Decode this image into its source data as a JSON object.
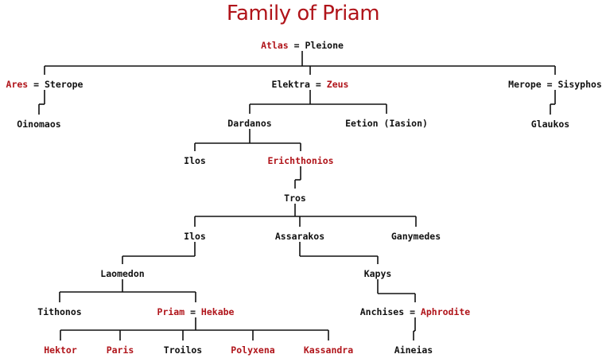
{
  "title": "Family of Priam",
  "colors": {
    "deity_or_highlight": "#b0141a",
    "mortal": "#111111",
    "line": "#111111"
  },
  "tree": {
    "couples": [
      {
        "id": "atlas-pleione",
        "a": {
          "name": "Atlas",
          "highlight": true
        },
        "b": {
          "name": "Pleione",
          "highlight": false
        }
      },
      {
        "id": "ares-sterope",
        "a": {
          "name": "Ares",
          "highlight": true
        },
        "b": {
          "name": "Sterope",
          "highlight": false
        }
      },
      {
        "id": "elektra-zeus",
        "a": {
          "name": "Elektra",
          "highlight": false
        },
        "b": {
          "name": "Zeus",
          "highlight": true
        }
      },
      {
        "id": "merope-sisyphos",
        "a": {
          "name": "Merope",
          "highlight": false
        },
        "b": {
          "name": "Sisyphos",
          "highlight": false
        }
      },
      {
        "id": "priam-hekabe",
        "a": {
          "name": "Priam",
          "highlight": true
        },
        "b": {
          "name": "Hekabe",
          "highlight": true
        }
      },
      {
        "id": "anchises-aphrodite",
        "a": {
          "name": "Anchises",
          "highlight": false
        },
        "b": {
          "name": "Aphrodite",
          "highlight": true
        }
      }
    ],
    "persons": [
      {
        "id": "oinomaos",
        "name": "Oinomaos",
        "highlight": false
      },
      {
        "id": "glaukos",
        "name": "Glaukos",
        "highlight": false
      },
      {
        "id": "dardanos",
        "name": "Dardanos",
        "highlight": false
      },
      {
        "id": "eetion",
        "name": "Eetion (Iasion)",
        "highlight": false
      },
      {
        "id": "ilos-1",
        "name": "Ilos",
        "highlight": false
      },
      {
        "id": "erichthonios",
        "name": "Erichthonios",
        "highlight": true
      },
      {
        "id": "tros",
        "name": "Tros",
        "highlight": false
      },
      {
        "id": "ilos-2",
        "name": "Ilos",
        "highlight": false
      },
      {
        "id": "assarakos",
        "name": "Assarakos",
        "highlight": false
      },
      {
        "id": "ganymedes",
        "name": "Ganymedes",
        "highlight": false
      },
      {
        "id": "laomedon",
        "name": "Laomedon",
        "highlight": false
      },
      {
        "id": "kapys",
        "name": "Kapys",
        "highlight": false
      },
      {
        "id": "tithonos",
        "name": "Tithonos",
        "highlight": false
      },
      {
        "id": "aineias",
        "name": "Aineias",
        "highlight": false
      },
      {
        "id": "hektor",
        "name": "Hektor",
        "highlight": true
      },
      {
        "id": "paris",
        "name": "Paris",
        "highlight": true
      },
      {
        "id": "troilos",
        "name": "Troilos",
        "highlight": false
      },
      {
        "id": "polyxena",
        "name": "Polyxena",
        "highlight": true
      },
      {
        "id": "kassandra",
        "name": "Kassandra",
        "highlight": true
      }
    ],
    "relations": [
      {
        "parent": "atlas-pleione",
        "children": [
          "ares-sterope",
          "elektra-zeus",
          "merope-sisyphos"
        ]
      },
      {
        "parent": "ares-sterope",
        "children": [
          "oinomaos"
        ]
      },
      {
        "parent": "merope-sisyphos",
        "children": [
          "glaukos"
        ]
      },
      {
        "parent": "elektra-zeus",
        "children": [
          "dardanos",
          "eetion"
        ]
      },
      {
        "parent": "dardanos",
        "children": [
          "ilos-1",
          "erichthonios"
        ]
      },
      {
        "parent": "erichthonios",
        "children": [
          "tros"
        ]
      },
      {
        "parent": "tros",
        "children": [
          "ilos-2",
          "assarakos",
          "ganymedes"
        ]
      },
      {
        "parent": "ilos-2",
        "children": [
          "laomedon"
        ]
      },
      {
        "parent": "assarakos",
        "children": [
          "kapys"
        ]
      },
      {
        "parent": "laomedon",
        "children": [
          "tithonos",
          "priam-hekabe"
        ]
      },
      {
        "parent": "kapys",
        "children": [
          "anchises-aphrodite"
        ]
      },
      {
        "parent": "anchises-aphrodite",
        "children": [
          "aineias"
        ]
      },
      {
        "parent": "priam-hekabe",
        "children": [
          "hektor",
          "paris",
          "troilos",
          "polyxena",
          "kassandra"
        ]
      }
    ]
  }
}
